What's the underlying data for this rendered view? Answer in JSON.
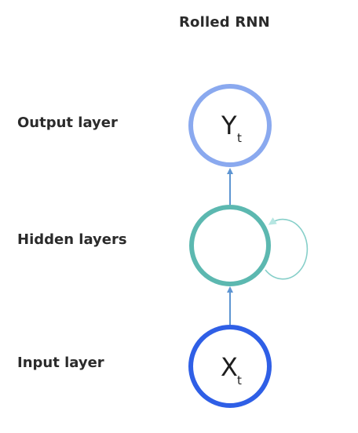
{
  "title": "Rolled RNN",
  "layers": {
    "output": "Output layer",
    "hidden": "Hidden layers",
    "input": "Input layer"
  },
  "nodes": {
    "output": {
      "main": "Y",
      "sub": "t",
      "color": "#8aa9ef"
    },
    "hidden": {
      "main": "",
      "sub": "",
      "color": "#5cb8b0"
    },
    "input": {
      "main": "X",
      "sub": "t",
      "color": "#2f5fe6"
    }
  },
  "colors": {
    "arrow": "#5e95d2",
    "loop": "#86cfc9"
  }
}
